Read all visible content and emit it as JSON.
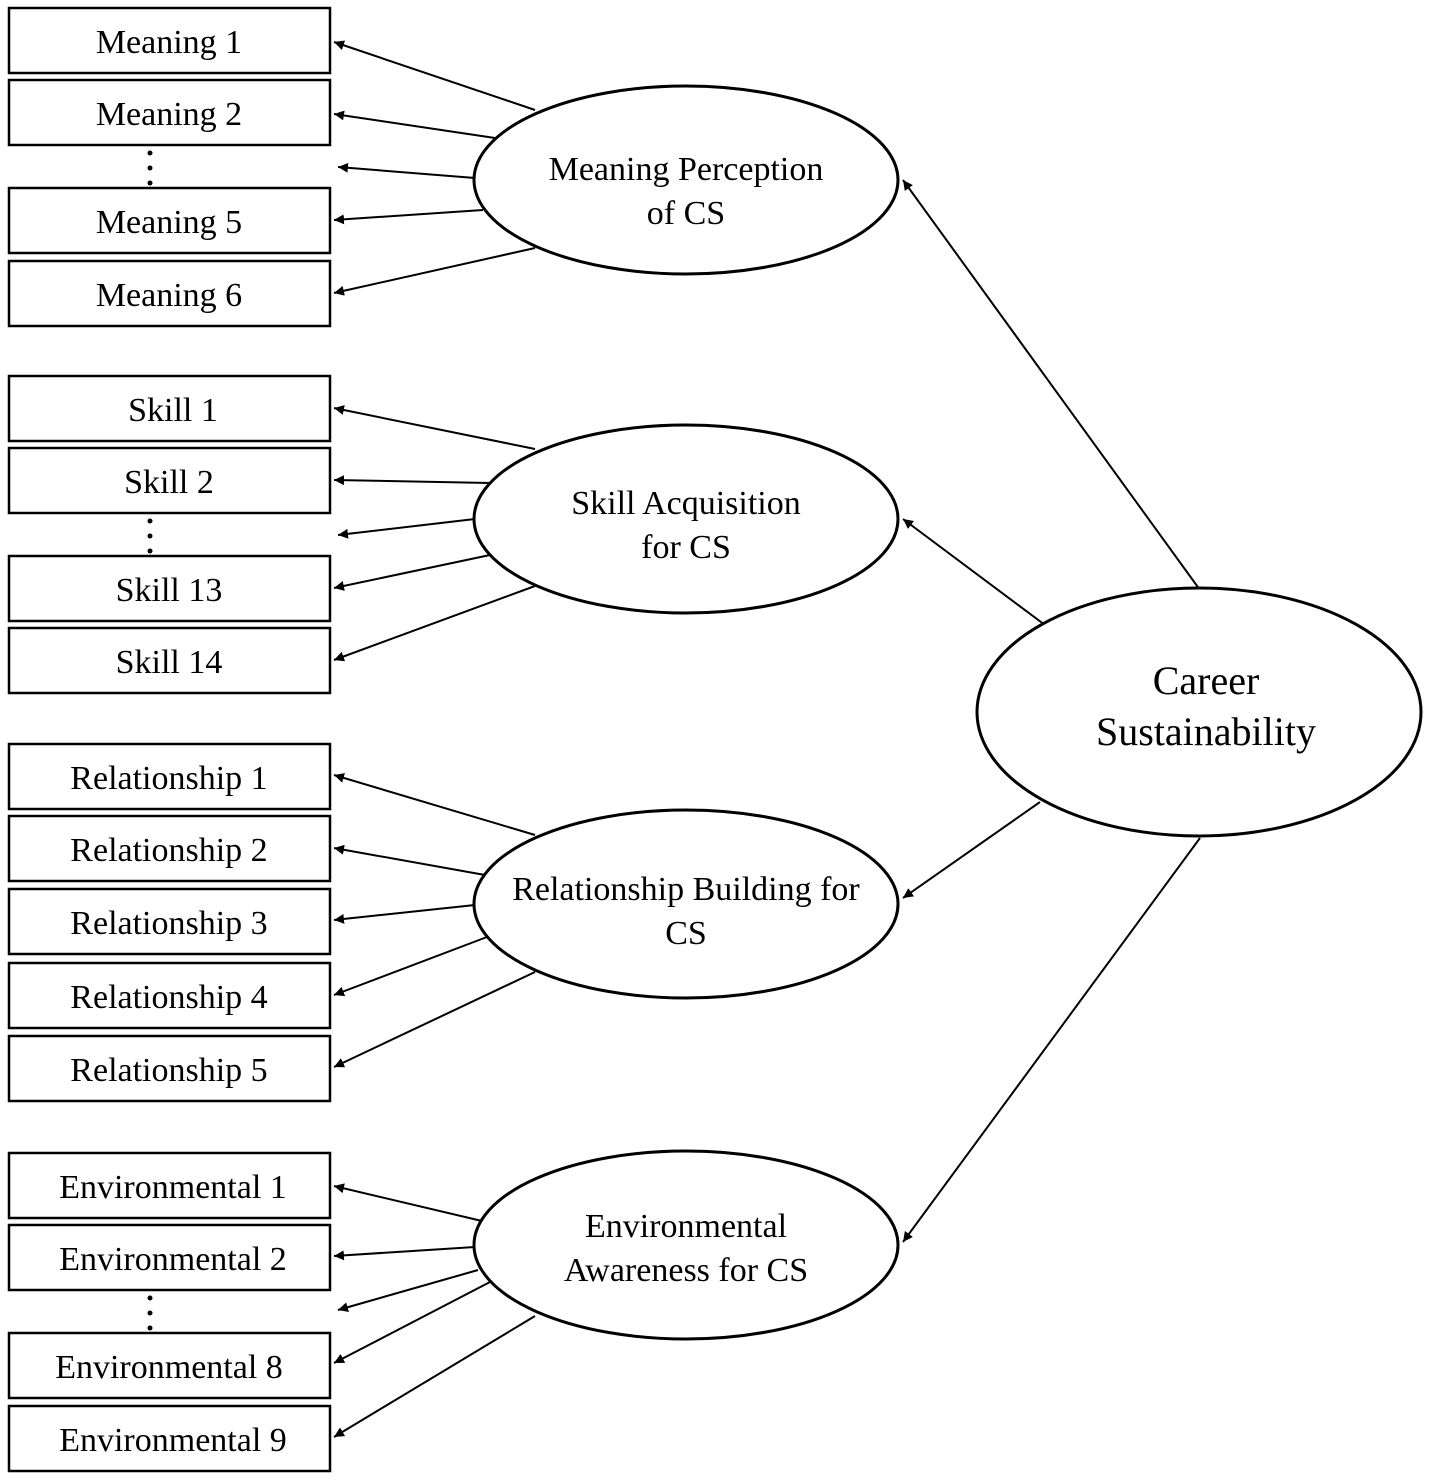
{
  "diagram": {
    "root": {
      "lines": [
        "Career",
        "Sustainability"
      ]
    },
    "factors": [
      {
        "id": "meaning",
        "lines": [
          "Meaning Perception",
          "of  CS"
        ],
        "indicators": [
          "Meaning 1",
          "Meaning 2",
          "Meaning 5",
          "Meaning 6"
        ],
        "has_ellipsis": true
      },
      {
        "id": "skill",
        "lines": [
          "Skill Acquisition",
          "for CS"
        ],
        "indicators": [
          "Skill 1",
          "Skill 2",
          "Skill 13",
          "Skill 14"
        ],
        "has_ellipsis": true
      },
      {
        "id": "relationship",
        "lines": [
          "Relationship Building for",
          "CS"
        ],
        "indicators": [
          "Relationship 1",
          "Relationship 2",
          "Relationship 3",
          "Relationship 4",
          "Relationship 5"
        ],
        "has_ellipsis": false
      },
      {
        "id": "environmental",
        "lines": [
          "Environmental",
          "Awareness for CS"
        ],
        "indicators": [
          "Environmental 1",
          "Environmental 2",
          "Environmental 8",
          "Environmental 9"
        ],
        "has_ellipsis": true
      }
    ]
  }
}
